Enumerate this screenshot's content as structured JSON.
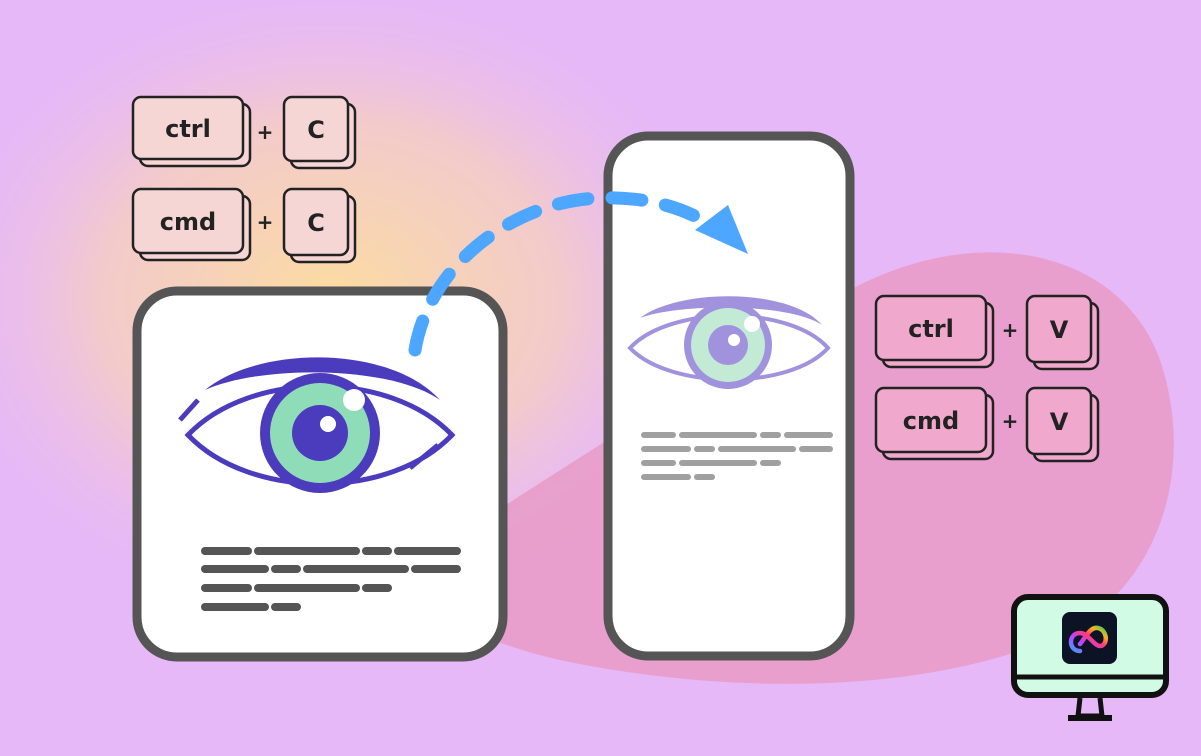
{
  "copy_shortcuts": {
    "row1": {
      "modifier": "ctrl",
      "plus": "+",
      "key": "C"
    },
    "row2": {
      "modifier": "cmd",
      "plus": "+",
      "key": "C"
    }
  },
  "paste_shortcuts": {
    "row1": {
      "modifier": "ctrl",
      "plus": "+",
      "key": "V"
    },
    "row2": {
      "modifier": "cmd",
      "plus": "+",
      "key": "V"
    }
  },
  "colors": {
    "background": "#e6b8f8",
    "arrow": "#4da6ff",
    "eye_primary": "#4b3bbd",
    "eye_iris": "#8fdcb8",
    "eye_light": "#9b8ddc",
    "frame": "#555555",
    "monitor_screen": "#d2fbe6"
  },
  "icons": {
    "app_logo": "creative-cloud-icon",
    "monitor": "monitor-icon"
  }
}
